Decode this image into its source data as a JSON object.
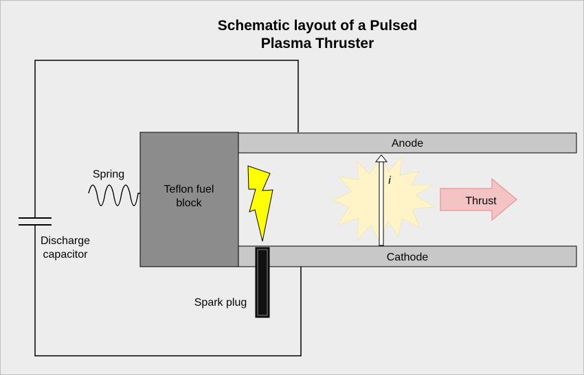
{
  "title": {
    "line1": "Schematic layout of a Pulsed",
    "line2": "Plasma Thruster"
  },
  "labels": {
    "anode": "Anode",
    "cathode": "Cathode",
    "spring": "Spring",
    "fuel_line1": "Teflon fuel",
    "fuel_line2": "block",
    "capacitor_line1": "Discharge",
    "capacitor_line2": "capacitor",
    "spark_plug": "Spark plug",
    "current": "i",
    "thrust": "Thrust"
  },
  "colors": {
    "background": "#ededed",
    "electrode": "#c8c8c8",
    "fuel_block": "#8c8c8c",
    "lightning": "#ffff00",
    "plasma": "#fff4c8",
    "thrust_arrow": "#f4c4c4",
    "spark_plug": "#111111"
  },
  "icons": {
    "lightning": "lightning-bolt-icon",
    "plasma": "plasma-burst-icon",
    "thrust": "thrust-arrow-icon",
    "current": "current-arrow-icon"
  }
}
